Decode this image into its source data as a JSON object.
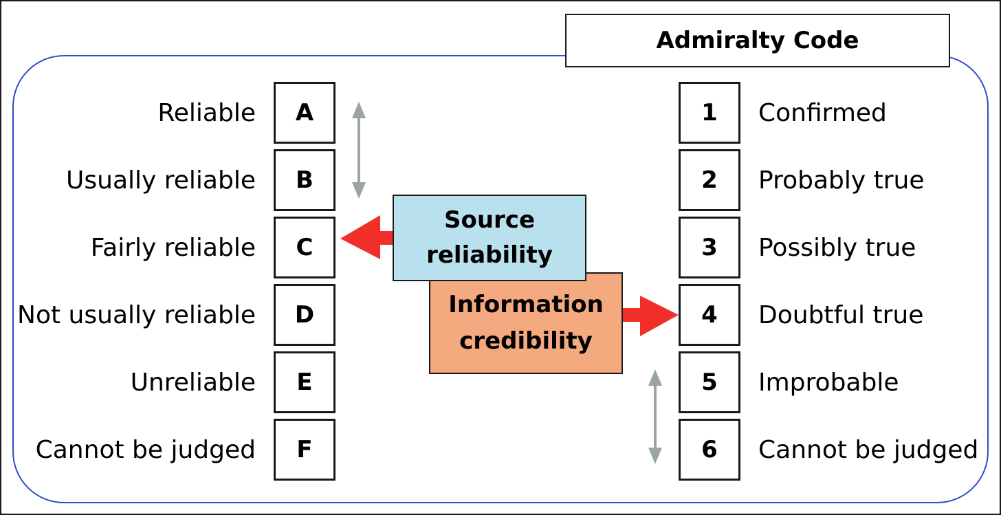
{
  "title": "Admiralty Code",
  "source_reliability": {
    "label_line1": "Source",
    "label_line2": "reliability",
    "items": [
      {
        "code": "A",
        "label": "Reliable"
      },
      {
        "code": "B",
        "label": "Usually reliable"
      },
      {
        "code": "C",
        "label": "Fairly reliable"
      },
      {
        "code": "D",
        "label": "Not usually reliable"
      },
      {
        "code": "E",
        "label": "Unreliable"
      },
      {
        "code": "F",
        "label": "Cannot be judged"
      }
    ]
  },
  "information_credibility": {
    "label_line1": "Information",
    "label_line2": "credibility",
    "items": [
      {
        "code": "1",
        "label": "Confirmed"
      },
      {
        "code": "2",
        "label": "Probably true"
      },
      {
        "code": "3",
        "label": "Possibly true"
      },
      {
        "code": "4",
        "label": "Doubtful true"
      },
      {
        "code": "5",
        "label": "Improbable"
      },
      {
        "code": "6",
        "label": "Cannot be judged"
      }
    ]
  },
  "colors": {
    "frame": "#2b50c8",
    "source_fill": "#b8e0ed",
    "info_fill": "#f5a97f",
    "pointer_arrow": "#f03028",
    "range_arrow": "#9aa4a4"
  }
}
